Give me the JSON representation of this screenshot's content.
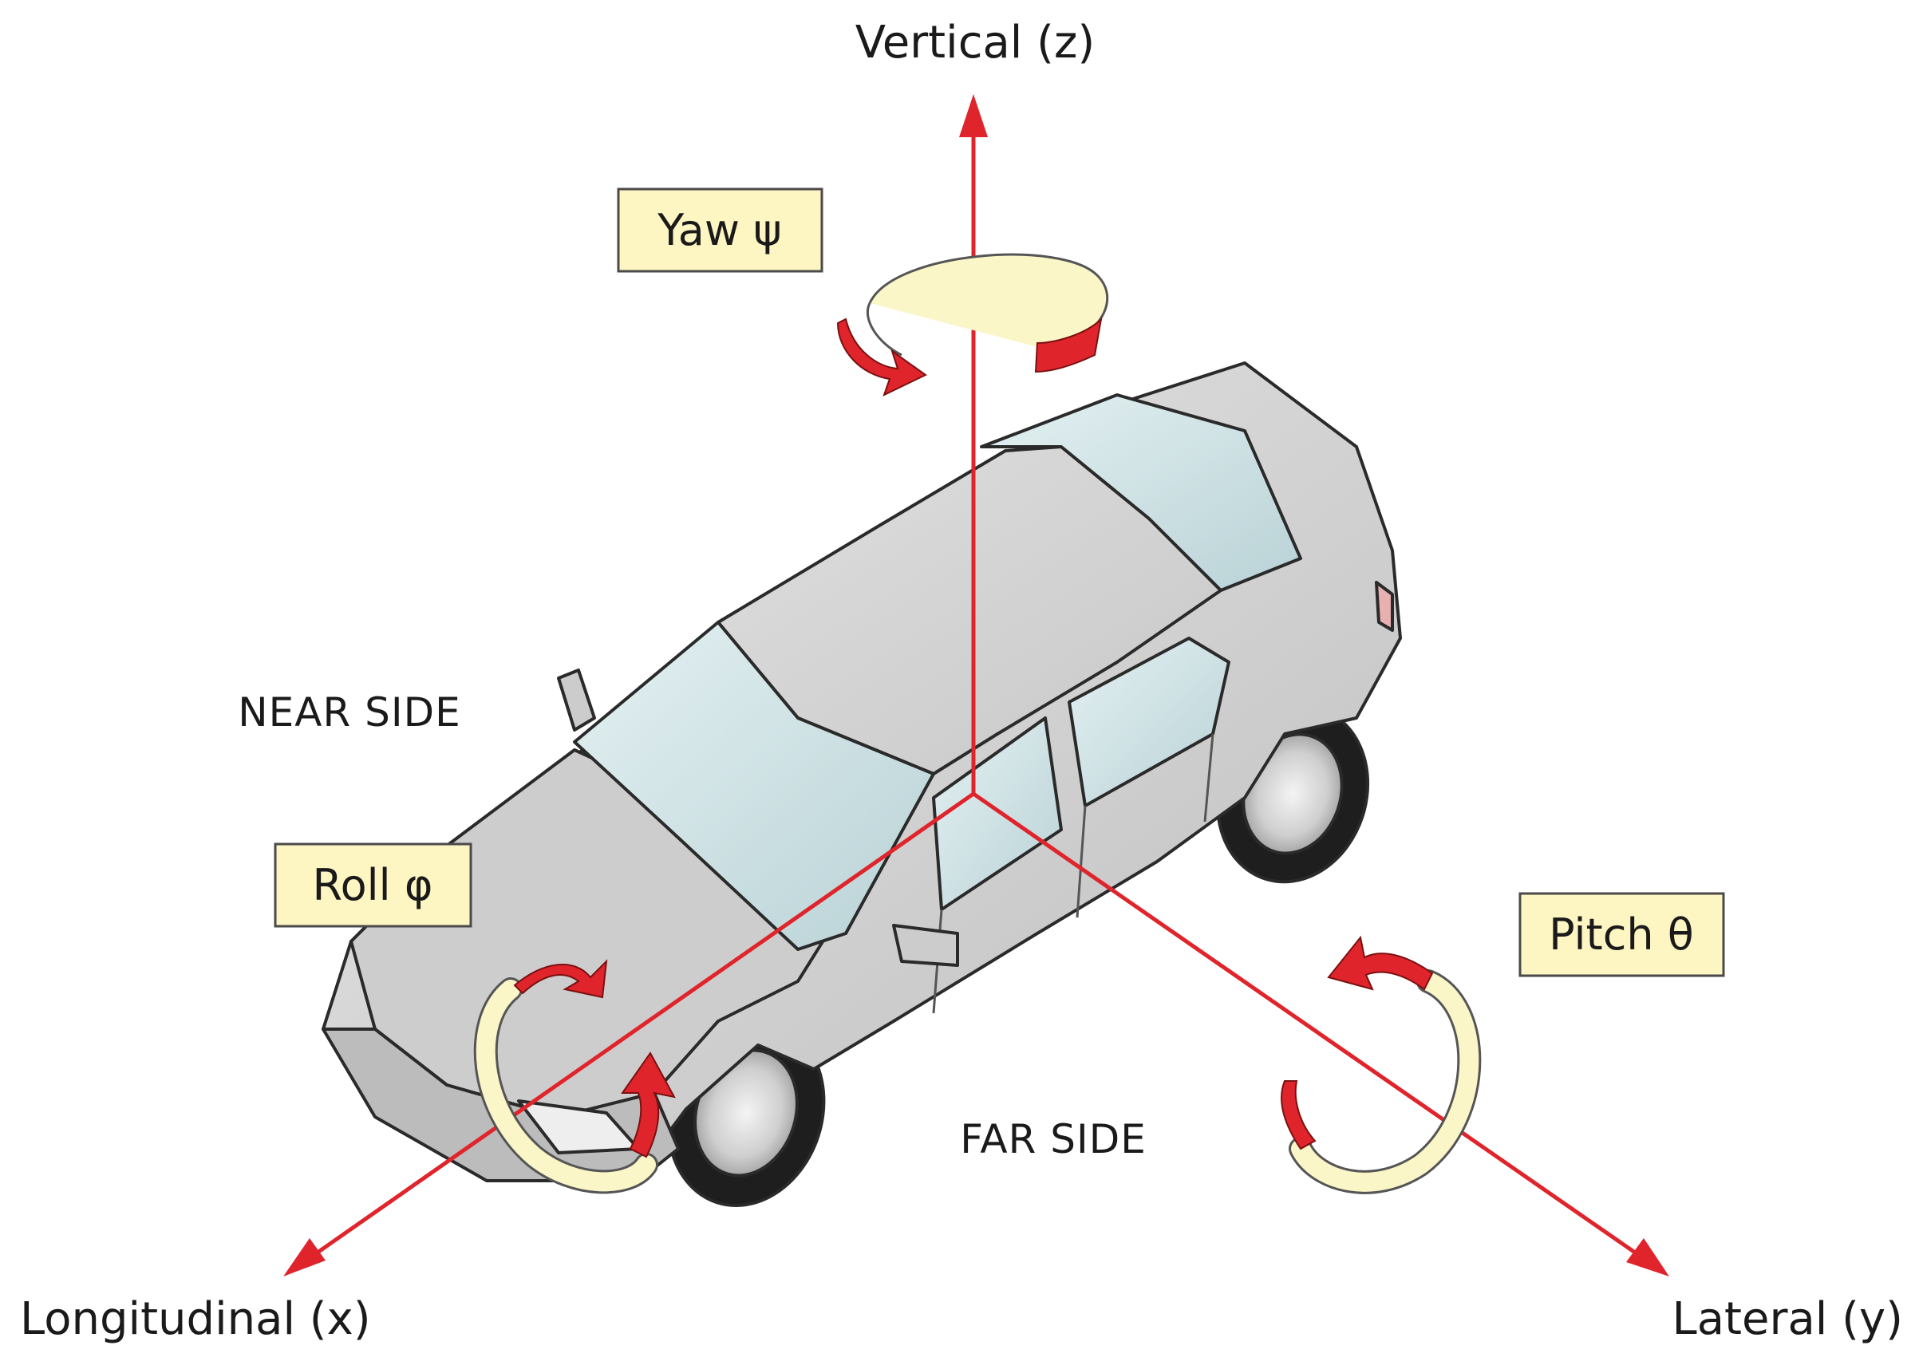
{
  "axes": {
    "vertical": "Vertical (z)",
    "longitudinal": "Longitudinal (x)",
    "lateral": "Lateral (y)"
  },
  "rotations": {
    "yaw": "Yaw ψ",
    "roll": "Roll φ",
    "pitch": "Pitch θ"
  },
  "sides": {
    "near": "NEAR SIDE",
    "far": "FAR SIDE"
  },
  "colors": {
    "axis": "#e0242c",
    "arrow": "#e0242c",
    "band": "#fbf6c8",
    "label_box": "#fdf6c2",
    "car_body": "#d3d3d3",
    "glass": "#cfe3e6"
  }
}
